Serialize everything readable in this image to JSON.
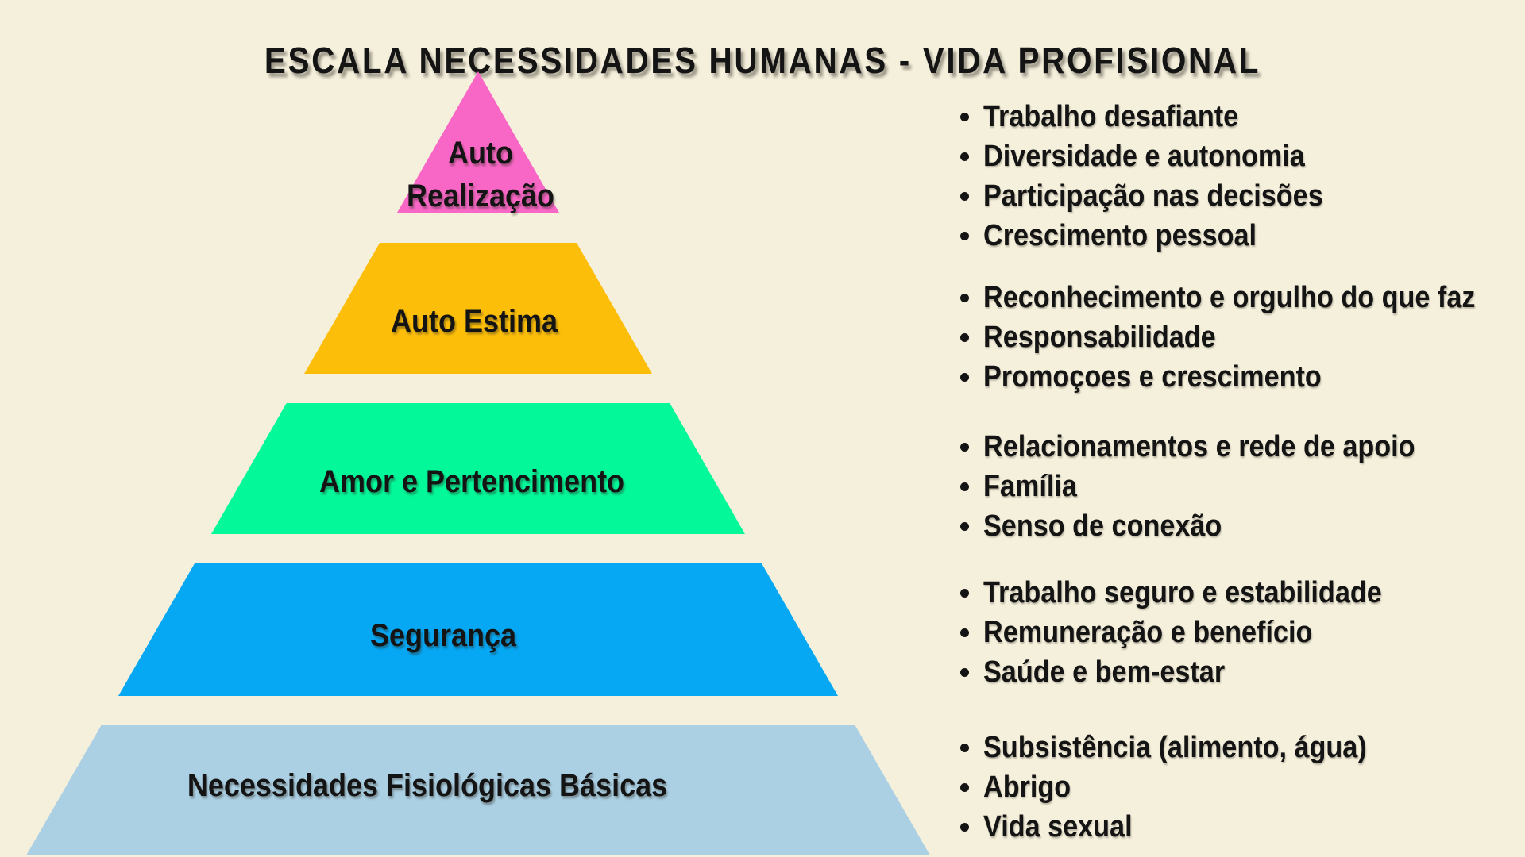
{
  "title": "ESCALA NECESSIDADES HUMANAS - VIDA PROFISIONAL",
  "colors": {
    "background": "#f5f0dc",
    "text": "#141414",
    "level_auto_realizacao": "#f967c6",
    "level_auto_estima": "#fcbe08",
    "level_amor_pertencimento": "#03f89a",
    "level_seguranca": "#06a7f3",
    "level_fisiologicas": "#abd0e4"
  },
  "list_bullet": "•",
  "pyramid": {
    "levels": [
      {
        "label": "Auto Realização",
        "label_lines": [
          "Auto",
          "Realização"
        ],
        "color": "#f967c6",
        "needs": [
          "Trabalho desafiante",
          "Diversidade e autonomia",
          "Participação nas decisões",
          "Crescimento pessoal"
        ]
      },
      {
        "label": "Auto Estima",
        "color": "#fcbe08",
        "needs": [
          "Reconhecimento e orgulho do que faz",
          "Responsabilidade",
          "Promoçoes e crescimento"
        ]
      },
      {
        "label": "Amor e Pertencimento",
        "color": "#03f89a",
        "needs": [
          "Relacionamentos e rede de apoio",
          "Família",
          "Senso de conexão"
        ]
      },
      {
        "label": "Segurança",
        "color": "#06a7f3",
        "needs": [
          "Trabalho seguro e estabilidade",
          "Remuneração e benefício",
          "Saúde e bem-estar"
        ]
      },
      {
        "label": "Necessidades Fisiológicas Básicas",
        "color": "#abd0e4",
        "needs": [
          "Subsistência (alimento, água)",
          "Abrigo",
          "Vida sexual"
        ]
      }
    ]
  }
}
